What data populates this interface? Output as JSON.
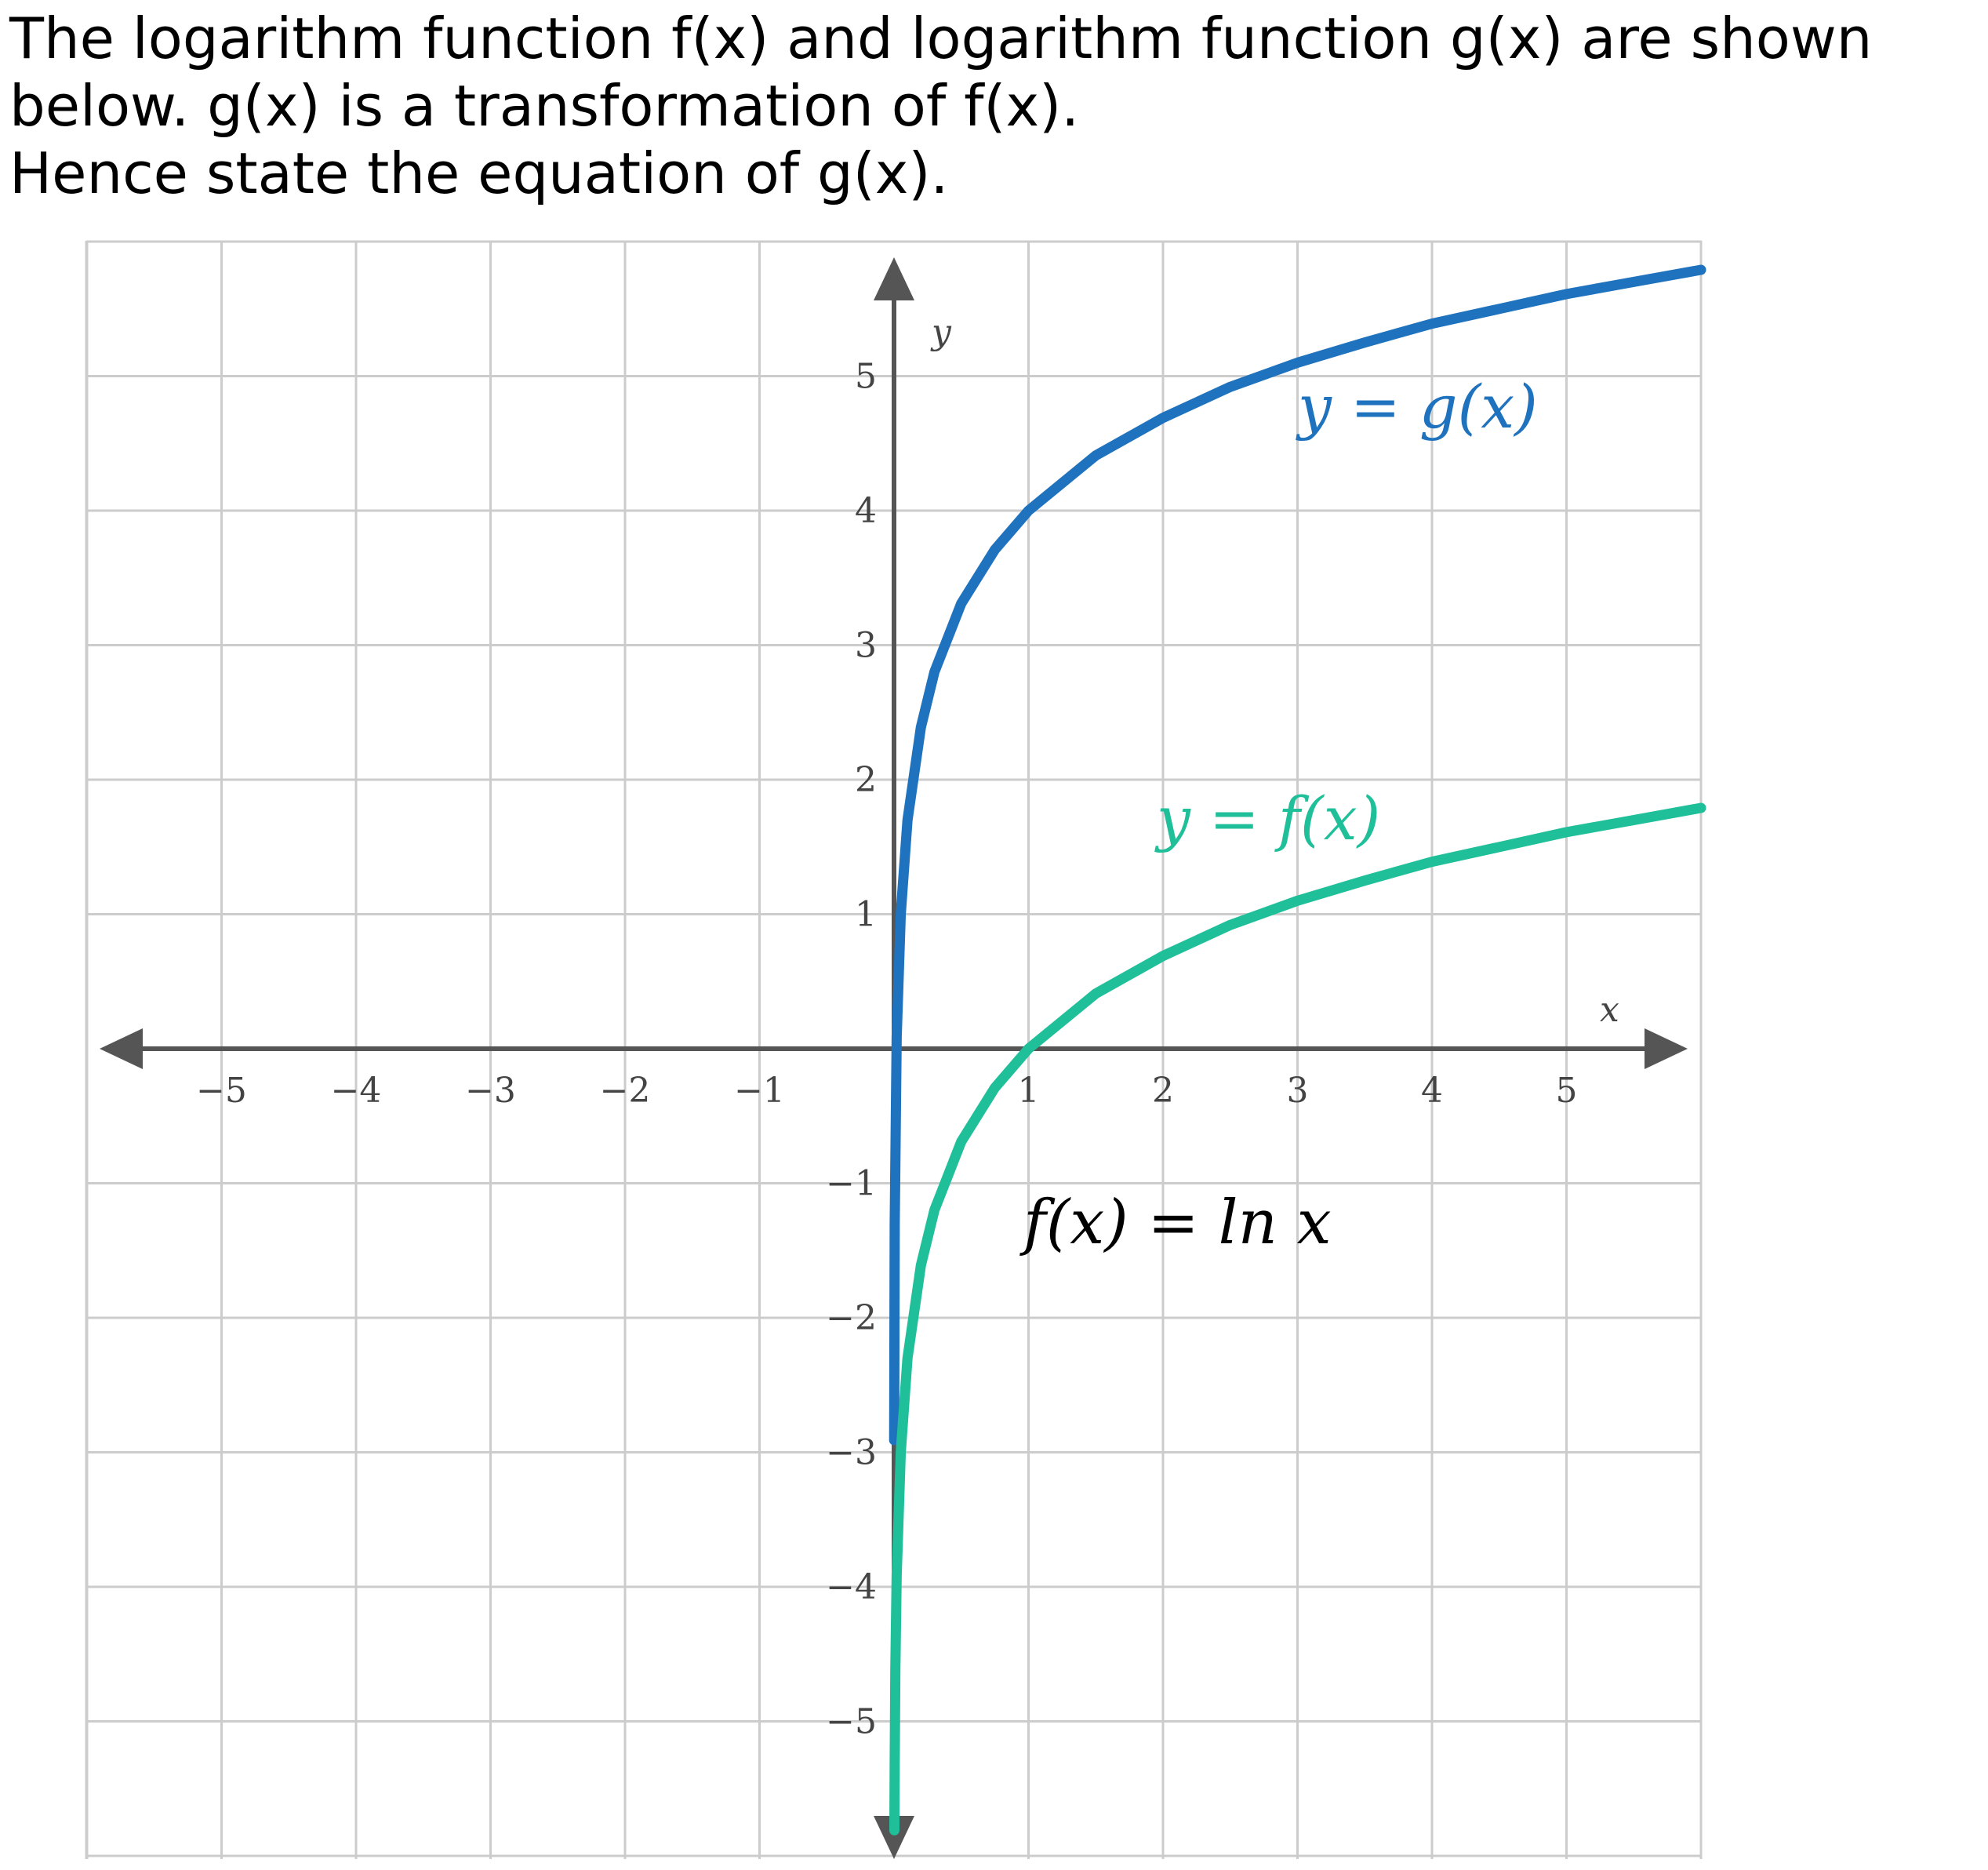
{
  "question": {
    "lines": [
      "The logarithm function f(x) and logarithm function g(x) are shown",
      "below. g(x) is a transformation of f(x).",
      "Hence state the equation of g(x)."
    ]
  },
  "colors": {
    "g_curve": "#1f72bd",
    "f_curve": "#1fbf9a",
    "axis": "#555555",
    "grid": "#cccccc"
  },
  "chart_data": {
    "type": "line",
    "xlabel": "x",
    "ylabel": "y",
    "xlim": [
      -6,
      6
    ],
    "ylim": [
      -6,
      6
    ],
    "grid": true,
    "x_ticks": [
      -5,
      -4,
      -3,
      -2,
      -1,
      1,
      2,
      3,
      4,
      5
    ],
    "y_ticks": [
      -5,
      -4,
      -3,
      -2,
      -1,
      1,
      2,
      3,
      4,
      5
    ],
    "series": [
      {
        "name": "y = g(x)",
        "color": "#1f72bd",
        "points": [
          [
            0.001,
            -2.91
          ],
          [
            0.005,
            -1.3
          ],
          [
            0.02,
            0.09
          ],
          [
            0.05,
            1.0
          ],
          [
            0.1,
            1.7
          ],
          [
            0.2,
            2.39
          ],
          [
            0.3,
            2.8
          ],
          [
            0.5,
            3.31
          ],
          [
            0.75,
            3.71
          ],
          [
            1,
            4.0
          ],
          [
            1.5,
            4.41
          ],
          [
            2,
            4.69
          ],
          [
            2.5,
            4.92
          ],
          [
            3,
            5.1
          ],
          [
            3.5,
            5.25
          ],
          [
            4,
            5.39
          ],
          [
            4.5,
            5.5
          ],
          [
            5,
            5.61
          ],
          [
            5.5,
            5.7
          ],
          [
            6,
            5.79
          ]
        ]
      },
      {
        "name": "y = f(x)",
        "color": "#1fbf9a",
        "points": [
          [
            0.003,
            -5.81
          ],
          [
            0.005,
            -5.3
          ],
          [
            0.01,
            -4.61
          ],
          [
            0.02,
            -3.91
          ],
          [
            0.05,
            -3.0
          ],
          [
            0.1,
            -2.3
          ],
          [
            0.2,
            -1.61
          ],
          [
            0.3,
            -1.2
          ],
          [
            0.5,
            -0.69
          ],
          [
            0.75,
            -0.29
          ],
          [
            1,
            0.0
          ],
          [
            1.5,
            0.41
          ],
          [
            2,
            0.69
          ],
          [
            2.5,
            0.92
          ],
          [
            3,
            1.1
          ],
          [
            3.5,
            1.25
          ],
          [
            4,
            1.39
          ],
          [
            4.5,
            1.5
          ],
          [
            5,
            1.61
          ],
          [
            5.5,
            1.7
          ],
          [
            6,
            1.79
          ]
        ]
      }
    ],
    "annotations": {
      "g_label": "y = g(x)",
      "f_label": "y = f(x)",
      "f_formula": "f(x) = ln x"
    }
  }
}
